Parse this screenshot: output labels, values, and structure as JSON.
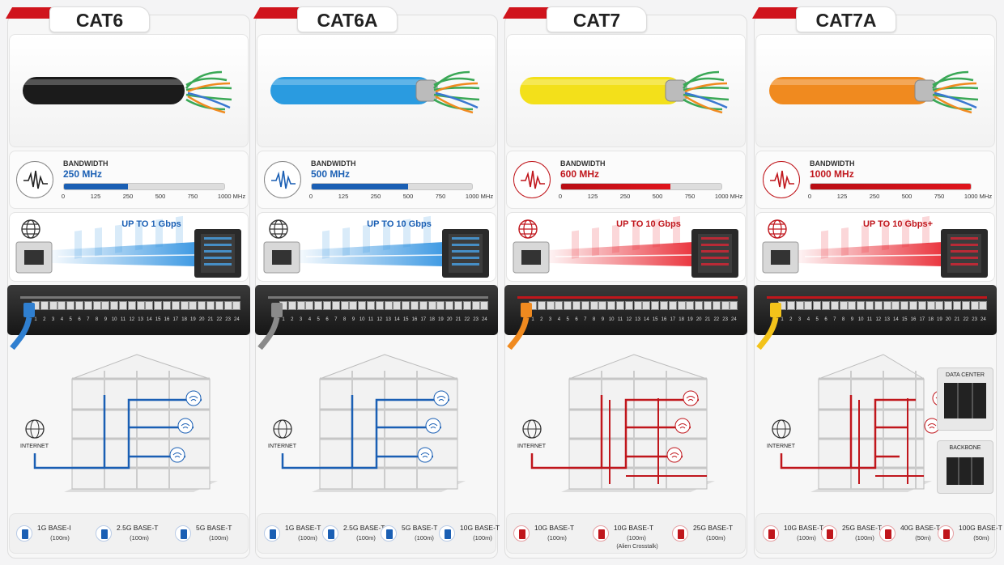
{
  "columns": [
    {
      "title": "CAT6",
      "cable_color": "#1b1b1b",
      "accent": "#1a5fb4",
      "bandwidth_label": "BANDWIDTH",
      "bandwidth_value": "250 MHz",
      "bandwidth_mhz": 250,
      "speed": "UP TO 1 Gbps",
      "patch_cable_color": "#2f7fd0",
      "internet_label": "INTERNET",
      "standards": [
        {
          "name": "1G BASE-I",
          "distance": "(100m)"
        },
        {
          "name": "2.5G BASE-T",
          "distance": "(100m)"
        },
        {
          "name": "5G BASE-T",
          "distance": "(100m)"
        }
      ]
    },
    {
      "title": "CAT6A",
      "cable_color": "#2a9be0",
      "accent": "#1a5fb4",
      "bandwidth_label": "BANDWIDTH",
      "bandwidth_value": "500 MHz",
      "bandwidth_mhz": 500,
      "speed": "UP TO 10 Gbps",
      "patch_cable_color": "#8a8a8a",
      "internet_label": "INTERNET",
      "standards": [
        {
          "name": "1G BASE-T",
          "distance": "(100m)"
        },
        {
          "name": "2.5G BASE-T",
          "distance": "(100m)"
        },
        {
          "name": "5G BASE-T",
          "distance": "(100m)"
        },
        {
          "name": "10G BASE-T",
          "distance": "(100m)"
        }
      ]
    },
    {
      "title": "CAT7",
      "cable_color": "#f3e01a",
      "accent": "#c0161c",
      "bandwidth_label": "BANDWIDTH",
      "bandwidth_value": "600 MHz",
      "bandwidth_mhz": 600,
      "speed": "UP TO 10 Gbps",
      "patch_cable_color": "#f08a1f",
      "internet_label": "INTERNET",
      "standards": [
        {
          "name": "10G BASE-T",
          "distance": "(100m)"
        },
        {
          "name": "10G BASE-T",
          "distance": "(100m)",
          "note": "(Alien Crosstalk)"
        },
        {
          "name": "25G BASE-T",
          "distance": "(100m)"
        }
      ]
    },
    {
      "title": "CAT7A",
      "cable_color": "#f08a1f",
      "accent": "#c0161c",
      "bandwidth_label": "BANDWIDTH",
      "bandwidth_value": "1000 MHz",
      "bandwidth_mhz": 1000,
      "speed": "UP TO 10 Gbps+",
      "patch_cable_color": "#f3c31a",
      "internet_label": "INTERNET",
      "data_center_label": "DATA CENTER",
      "backbone_label": "BACKBONE",
      "standards": [
        {
          "name": "10G BASE-T",
          "distance": "(100m)"
        },
        {
          "name": "25G BASE-T",
          "distance": "(100m)"
        },
        {
          "name": "40G BASE-T",
          "distance": "(50m)"
        },
        {
          "name": "100G BASE-T",
          "distance": "(50m)"
        }
      ]
    }
  ],
  "bandwidth_scale": [
    "0",
    "125",
    "250",
    "500",
    "750",
    "1000 MHz"
  ],
  "bandwidth_scale_values": [
    0,
    125,
    250,
    500,
    750,
    1000
  ],
  "port_numbers": [
    "1",
    "2",
    "3",
    "4",
    "5",
    "6",
    "7",
    "8",
    "9",
    "10",
    "11",
    "12",
    "13",
    "14",
    "15",
    "16",
    "17",
    "18",
    "19",
    "20",
    "21",
    "22",
    "23",
    "24"
  ]
}
